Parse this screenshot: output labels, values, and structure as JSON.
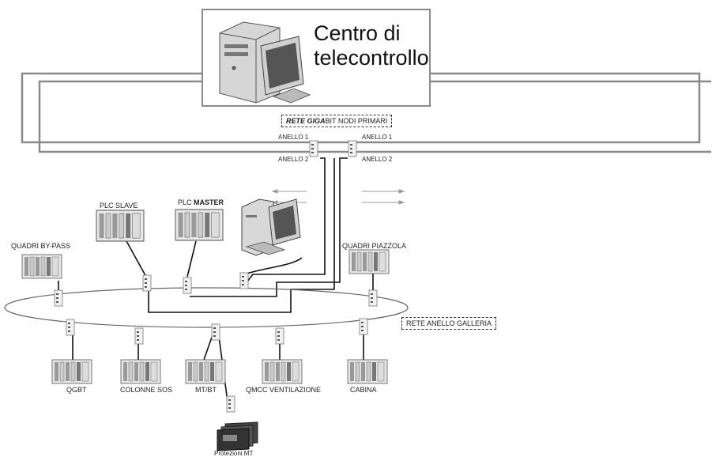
{
  "control_center": {
    "title_line1": "Centro di",
    "title_line2": "telecontrollo"
  },
  "backbone": {
    "label_prefix": "RETE GIGA",
    "label_suffix": "BIT NODI PRIMARI",
    "ring1_left": "ANELLO 1",
    "ring2_left": "ANELLO 2",
    "ring1_right": "ANELLO 1",
    "ring2_right": "ANELLO 2"
  },
  "plcs": {
    "slave": "PLC SLAVE",
    "master_prefix": "PLC ",
    "master_suffix": "MASTER"
  },
  "panels": {
    "bypass": "QUADRI BY-PASS",
    "piazzola": "QUADRI PIAZZOLA",
    "qgbt": "QGBT",
    "sos": "COLONNE SOS",
    "mtbt": "MT/BT",
    "qmcc": "QMCC VENTILAZIONE",
    "cabina": "CABINA",
    "protezioni": "Protezioni MT"
  },
  "tunnel_ring": {
    "label": "RETE ANELLO GALLERIA"
  }
}
